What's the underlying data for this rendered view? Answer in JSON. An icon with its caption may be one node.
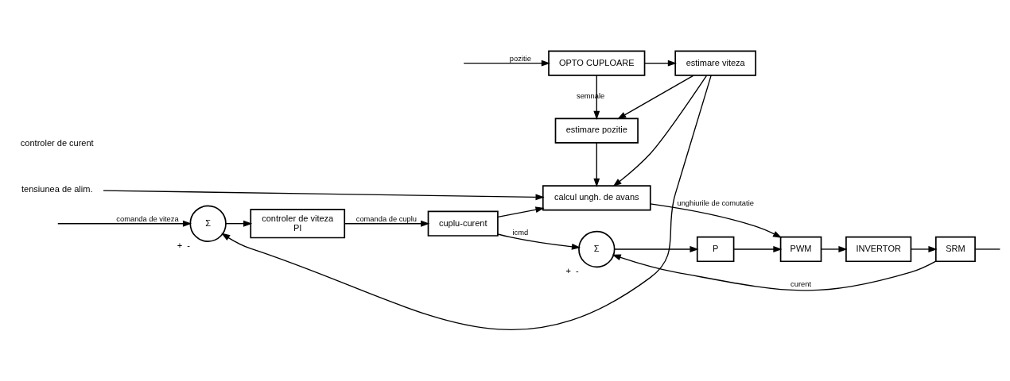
{
  "diagram": {
    "nodes": [
      {
        "text": [
          "Σ"
        ],
        "beside": [
          "+",
          "-"
        ]
      },
      {
        "text": [
          "controler de viteza",
          "PI"
        ]
      },
      {
        "text": [
          "cuplu-curent"
        ]
      },
      {
        "text": [
          "Σ"
        ],
        "beside": [
          "+",
          "-"
        ]
      },
      {
        "text": [
          "P"
        ]
      },
      {
        "text": [
          "PWM"
        ]
      },
      {
        "text": [
          "INVERTOR"
        ]
      },
      {
        "text": [
          "SRM"
        ]
      },
      {
        "text": [
          "calcul ungh. de avans"
        ]
      },
      {
        "text": [
          "estimare pozitie"
        ]
      },
      {
        "text": [
          "OPTO CUPLOARE"
        ]
      },
      {
        "text": [
          "estimare viteza"
        ]
      },
      {
        "text": [
          "tensiunea de alim."
        ]
      }
    ],
    "edges": [
      {
        "from": null,
        "to": 0,
        "arrow": "to",
        "label": "comanda de viteza"
      },
      {
        "from": 0,
        "to": 1,
        "arrow": "to"
      },
      {
        "from": 1,
        "to": 2,
        "arrow": "to",
        "label": "comanda de cuplu"
      },
      {
        "from": 2,
        "to": 3,
        "arrow": "to",
        "label": "icmd"
      },
      {
        "from": 3,
        "to": 4,
        "arrow": "to"
      },
      {
        "from": 4,
        "to": 5,
        "arrow": "to"
      },
      {
        "from": 5,
        "to": 6,
        "arrow": "to"
      },
      {
        "from": 6,
        "to": 7,
        "arrow": "to"
      },
      {
        "from": 7,
        "to": null,
        "arrow": "none"
      },
      {
        "from": 7,
        "to": 3,
        "arrow": "to",
        "label": "curent"
      },
      {
        "from": 2,
        "to": 8,
        "arrow": "to"
      },
      {
        "from": 8,
        "to": 5,
        "arrow": "to",
        "label": "unghiurile de comutatie"
      },
      {
        "from": 9,
        "to": 8,
        "arrow": "to"
      },
      {
        "from": null,
        "to": 10,
        "arrow": "to",
        "label": "pozitie"
      },
      {
        "from": 10,
        "to": 9,
        "arrow": "to",
        "label": "semnale"
      },
      {
        "from": 10,
        "to": 11,
        "arrow": "to"
      },
      {
        "from": 12,
        "to": 8,
        "arrow": "to"
      },
      {
        "from": 11,
        "to": 8,
        "arrow": "to"
      },
      {
        "from": 11,
        "to": 9,
        "arrow": "to"
      },
      {
        "from": 11,
        "to": 0,
        "arrow": "to"
      }
    ],
    "labels": [
      "controler de curent"
    ]
  }
}
